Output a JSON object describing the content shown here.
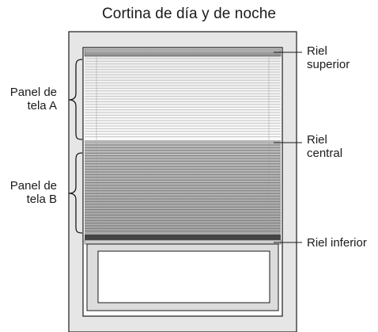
{
  "title": "Cortina de día y de noche",
  "labels": {
    "panel_a": [
      "Panel de",
      "tela A"
    ],
    "panel_b": [
      "Panel de",
      "tela B"
    ],
    "top_rail": [
      "Riel",
      "superior"
    ],
    "middle_rail": [
      "Riel",
      "central"
    ],
    "bottom_rail": "Riel inferior"
  },
  "colors": {
    "frame": "#e6e6e6",
    "outline": "#1a1a1a",
    "fabric_a_light": "#f4f4f4",
    "fabric_a_line": "#d0d0d0",
    "fabric_b_dark": "#9a9a9a",
    "fabric_b_light": "#c8c8c8",
    "rail_dark": "#444444"
  }
}
